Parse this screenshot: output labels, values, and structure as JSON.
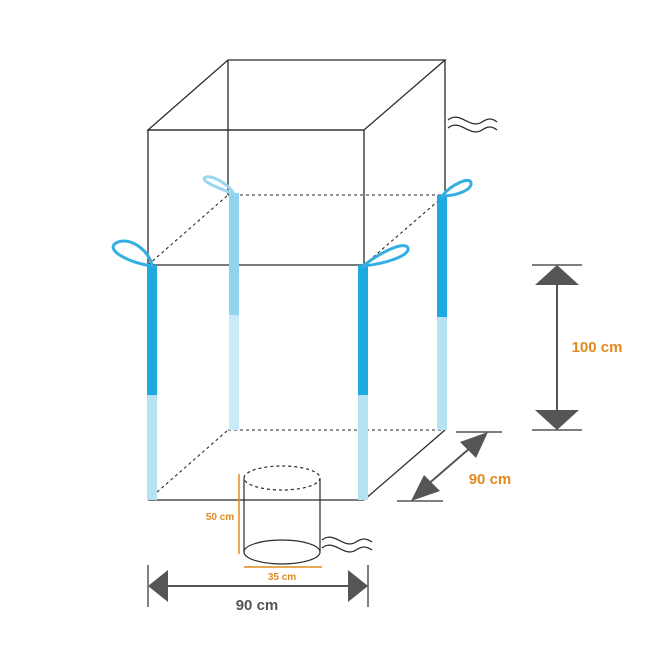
{
  "dimensions": {
    "height_label": "100 cm",
    "depth_label": "90 cm",
    "width_label": "90 cm",
    "spout_height_label": "50 cm",
    "spout_diameter_label": "35 cm"
  },
  "colors": {
    "outline": "#2a2a2a",
    "strap_dark": "#1fa9e1",
    "strap_light": "#b5e3f4",
    "loop": "#33aee3",
    "dimension_arrow": "#555555",
    "label_text": "#e08a1e"
  },
  "icons": [
    "top-cord-icon",
    "discharge-cord-icon"
  ]
}
